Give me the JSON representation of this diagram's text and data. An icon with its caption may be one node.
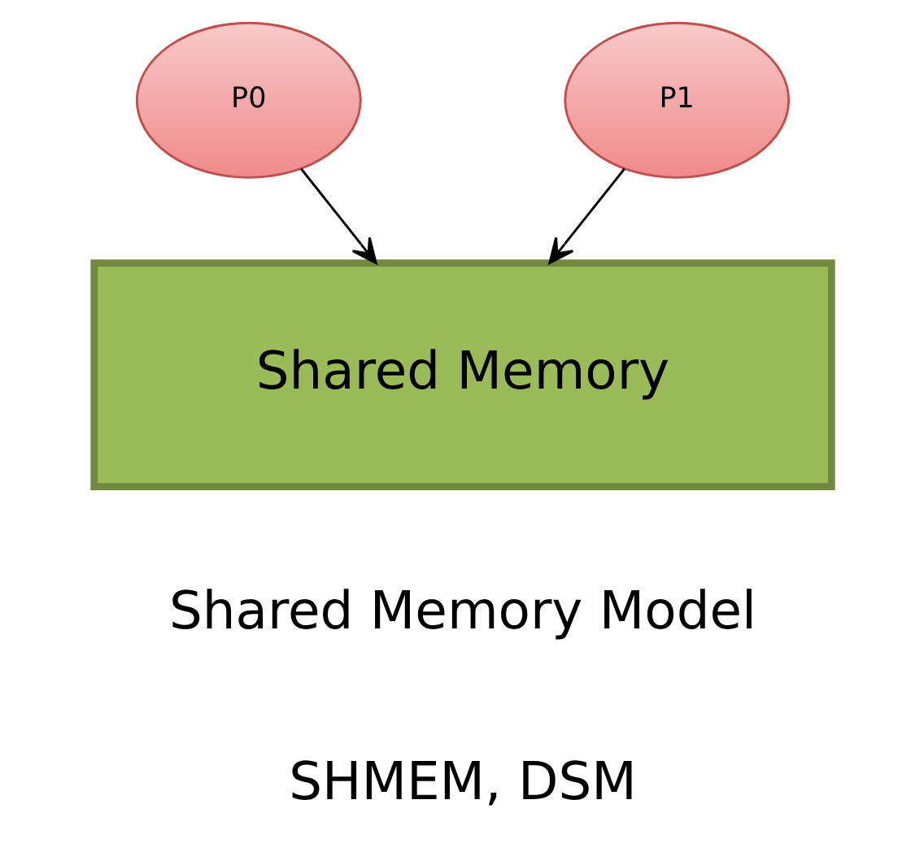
{
  "diagram": {
    "nodes": [
      {
        "text": [
          "P0"
        ]
      },
      {
        "text": [
          "P1"
        ]
      },
      {
        "text": [
          "Shared Memory"
        ]
      }
    ],
    "edges": [
      {
        "from": 0,
        "to": 2,
        "arrow": "to"
      },
      {
        "from": 1,
        "to": 2,
        "arrow": "to"
      }
    ],
    "labels": [
      "Shared Memory Model",
      "SHMEM, DSM"
    ]
  }
}
